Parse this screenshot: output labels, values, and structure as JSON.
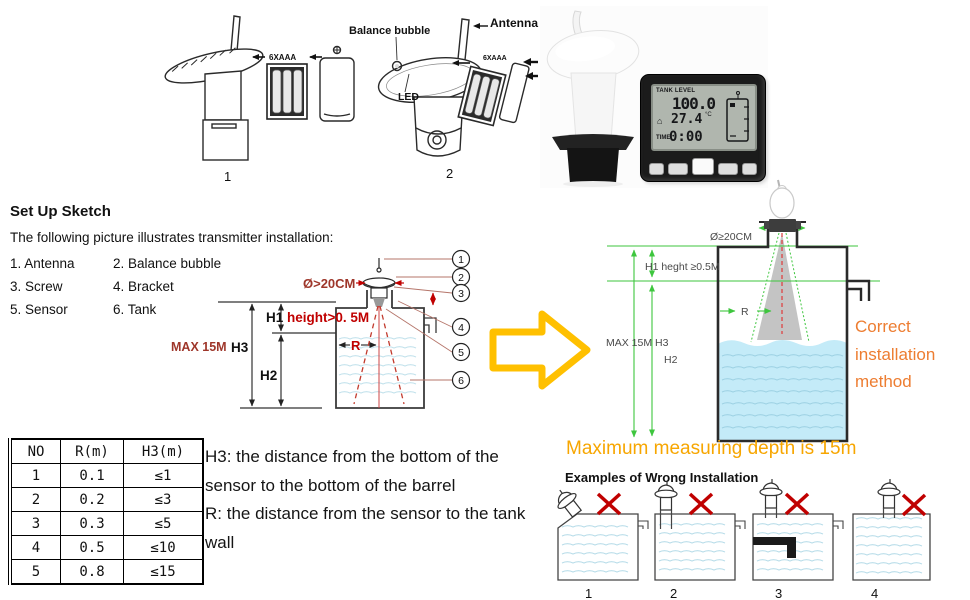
{
  "top": {
    "device1_num": "1",
    "device2_num": "2",
    "battery1_label": "6XAAA",
    "battery2_label": "6XAAA",
    "balance_bubble": "Balance bubble",
    "led": "LED",
    "antenna": "Antenna",
    "display": {
      "tank_level": "TANK LEVEL",
      "level": "100.0",
      "temp": "27.4",
      "temp_unit": "°C",
      "time_label": "TIME",
      "time": "0:00"
    }
  },
  "setup": {
    "title": "Set Up Sketch",
    "intro": "The following picture illustrates transmitter installation:",
    "legend": [
      "1. Antenna",
      "2. Balance bubble",
      "3. Screw",
      "4. Bracket",
      "5. Sensor",
      "6. Tank"
    ]
  },
  "sketch": {
    "dia": "Ø>20CM",
    "h1_black": "H1",
    "h1_red": "height>0. 5M",
    "max": "MAX 15M",
    "h3": "H3",
    "h2": "H2",
    "r": "R",
    "callouts": [
      "1",
      "2",
      "3",
      "4",
      "5",
      "6"
    ]
  },
  "correct": {
    "dia": "Ø≥20CM",
    "h1": "H1 heght ≥0.5M",
    "max": "MAX 15M H3",
    "h2": "H2",
    "r": "R",
    "caption": [
      "Correct",
      "installation",
      "method"
    ]
  },
  "depth_note": "Maximum measuring depth is 15m",
  "table": {
    "headers": [
      "NO",
      "R(m)",
      "H3(m)"
    ],
    "rows": [
      [
        "1",
        "0.1",
        "≤1"
      ],
      [
        "2",
        "0.2",
        "≤3"
      ],
      [
        "3",
        "0.3",
        "≤5"
      ],
      [
        "4",
        "0.5",
        "≤10"
      ],
      [
        "5",
        "0.8",
        "≤15"
      ]
    ]
  },
  "notes": {
    "h3": "H3:  the distance from the bottom of the sensor to the bottom of the barrel",
    "r": "R:  the distance from the sensor to the tank wall"
  },
  "wrong": {
    "title": "Examples of Wrong Installation",
    "nums": [
      "1",
      "2",
      "3",
      "4"
    ]
  },
  "colors": {
    "orange": "#ED7D31",
    "yellow_orange": "#F7A600",
    "green": "#3ec63e",
    "red": "#C00000",
    "dark_red": "#9E362A",
    "arrow_yellow": "#FFC000"
  }
}
